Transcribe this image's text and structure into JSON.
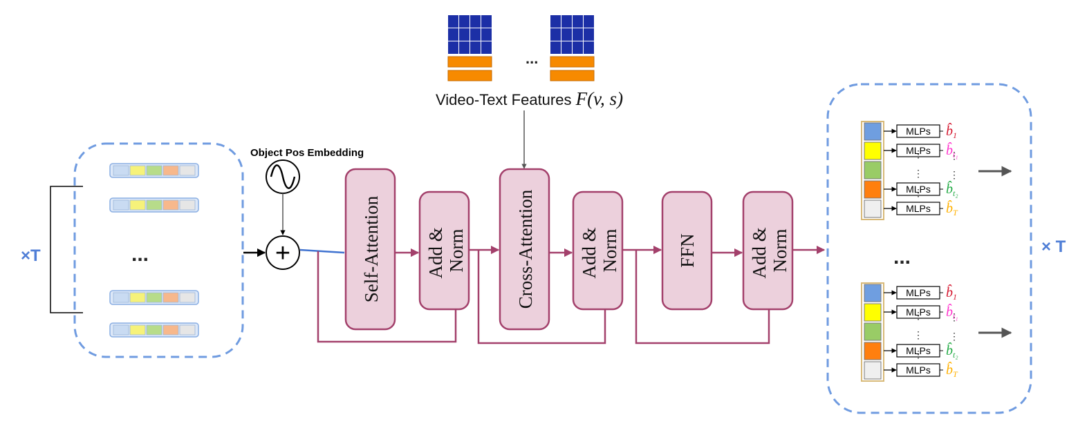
{
  "colors": {
    "block_fill": "#ecd0dc",
    "block_stroke": "#a3406b",
    "arrow": "#a3406b",
    "dashed": "#6f9be0",
    "grid_blue": "#1c2fa6",
    "grid_orange": "#f78a00",
    "label_blue": "#4f7ed6",
    "token": [
      "#6f9ee0",
      "#ffff00",
      "#99cc66",
      "#ff7f0e",
      "#efefef"
    ],
    "token_light": [
      "#c9dbf2",
      "#f6f27a",
      "#b7dc8a",
      "#f7b88c",
      "#e6e6e6"
    ]
  },
  "input": {
    "repeat_label": "×T",
    "ellipsis": "...",
    "pos_embedding_label": "Object Pos Embedding",
    "plus_symbol": "+"
  },
  "features": {
    "label_text": "Video-Text Features ",
    "label_math": "F(v, s)",
    "ellipsis": "..."
  },
  "blocks": {
    "self_attention": "Self-Attention",
    "add_norm_1": [
      "Add &",
      "Norm"
    ],
    "cross_attention": "Cross-Attention",
    "add_norm_2": [
      "Add &",
      "Norm"
    ],
    "ffn": "FFN",
    "add_norm_3": [
      "Add &",
      "Norm"
    ]
  },
  "output": {
    "repeat_label": "× T",
    "ellipsis": "...",
    "mlp_label": "MLPs",
    "vdots": "⋮",
    "box_labels": [
      {
        "base": "b̂",
        "sub": "1",
        "color": "#d4172f"
      },
      {
        "base": "b̂",
        "sub": "t₁",
        "color": "#ff33cc"
      },
      {
        "base": "b̂",
        "sub": "t₂",
        "color": "#22aa44"
      },
      {
        "base": "b̂",
        "sub": "T",
        "color": "#ffb000"
      }
    ]
  }
}
